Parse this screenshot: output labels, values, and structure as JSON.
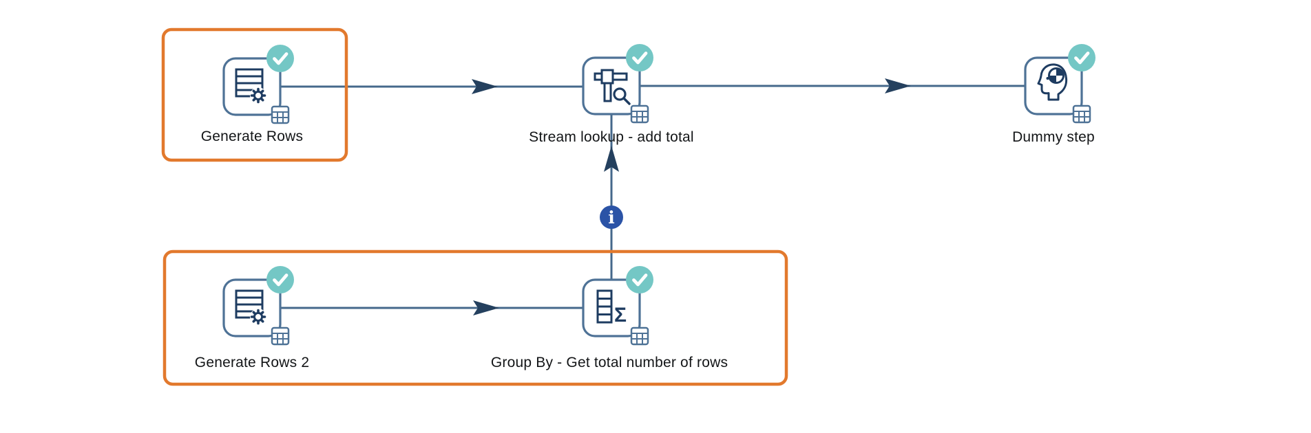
{
  "app": {
    "view": "pipeline-canvas",
    "canvas_background": "#ffffff"
  },
  "pipeline": {
    "steps": [
      {
        "id": "generate-rows",
        "label": "Generate Rows",
        "type": "row-generator",
        "status": "success",
        "selected": true
      },
      {
        "id": "stream-lookup",
        "label": "Stream lookup - add total",
        "type": "stream-lookup",
        "status": "success",
        "selected": false
      },
      {
        "id": "dummy-step",
        "label": "Dummy step",
        "type": "dummy",
        "status": "success",
        "selected": false
      },
      {
        "id": "generate-rows-2",
        "label": "Generate Rows 2",
        "type": "row-generator",
        "status": "success",
        "selected": true
      },
      {
        "id": "group-by",
        "label": "Group By - Get total number of rows",
        "type": "group-by",
        "status": "success",
        "selected": true
      }
    ],
    "hops": [
      {
        "from": "Generate Rows",
        "to": "Stream lookup - add total",
        "kind": "data"
      },
      {
        "from": "Stream lookup - add total",
        "to": "Dummy step",
        "kind": "data"
      },
      {
        "from": "Generate Rows 2",
        "to": "Group By - Get total number of rows",
        "kind": "data"
      },
      {
        "from": "Group By - Get total number of rows",
        "to": "Stream lookup - add total",
        "kind": "info"
      }
    ],
    "info_badge_glyph": "i",
    "selection_boxes": 2,
    "colors": {
      "selection_highlight": "#e2792d",
      "success_badge": "#74c7c5",
      "info_badge": "#2b53a6",
      "hop_line": "#45688b",
      "arrow_fill": "#24405e",
      "icon_stroke": "#1e3c61",
      "frame_stroke": "#4e7296",
      "label_text": "#131517"
    }
  }
}
